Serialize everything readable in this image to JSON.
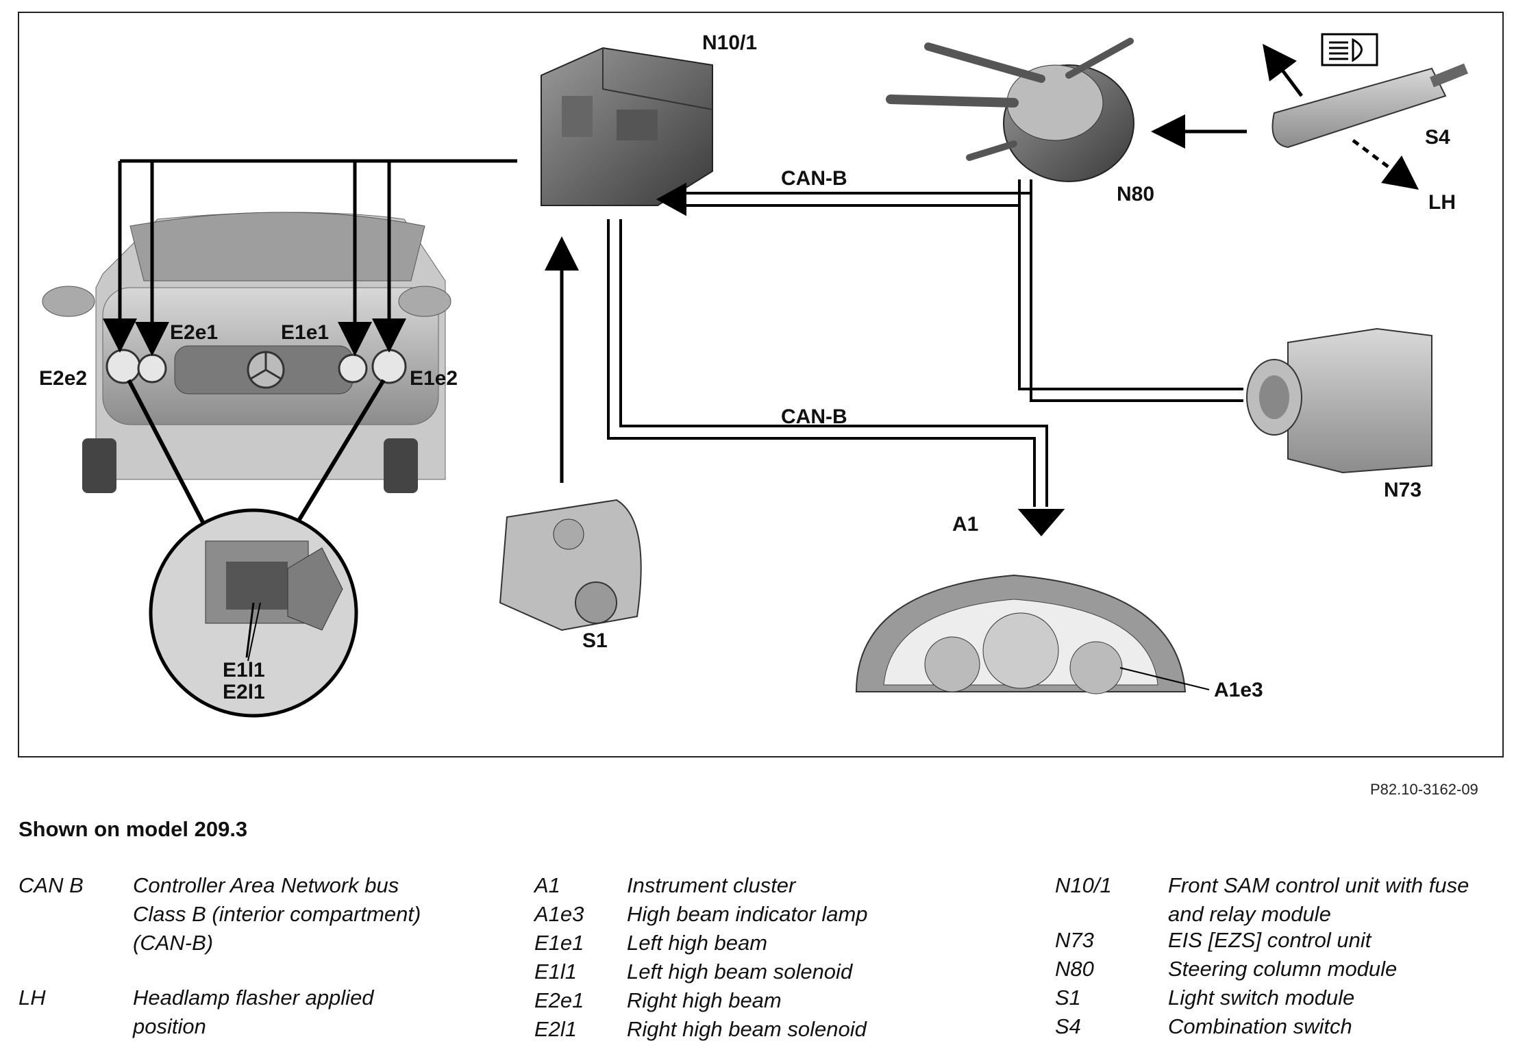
{
  "labels": {
    "n10_1": "N10/1",
    "n80": "N80",
    "s4": "S4",
    "lh": "LH",
    "can_b_top": "CAN-B",
    "can_b_bottom": "CAN-B",
    "e2e1": "E2e1",
    "e1e1": "E1e1",
    "e2e2": "E2e2",
    "e1e2": "E1e2",
    "e1l1": "E1l1",
    "e2l1": "E2l1",
    "s1": "S1",
    "a1": "A1",
    "a1e3": "A1e3",
    "n73": "N73"
  },
  "reference": "P82.10-3162-09",
  "model_note": "Shown on model 209.3",
  "legend": {
    "col1": [
      {
        "code": "CAN B",
        "desc": [
          "Controller Area Network bus",
          "Class B (interior compartment)",
          "(CAN-B)"
        ]
      },
      {
        "code": "LH",
        "desc": [
          "Headlamp flasher applied",
          "position"
        ]
      }
    ],
    "col2": [
      {
        "code": "A1",
        "desc": "Instrument cluster"
      },
      {
        "code": "A1e3",
        "desc": "High beam indicator lamp"
      },
      {
        "code": "E1e1",
        "desc": "Left high beam"
      },
      {
        "code": "E1l1",
        "desc": "Left high beam solenoid"
      },
      {
        "code": "E2e1",
        "desc": "Right high beam"
      },
      {
        "code": "E2l1",
        "desc": "Right high beam solenoid"
      }
    ],
    "col3": [
      {
        "code": "N10/1",
        "desc": [
          "Front SAM control unit with fuse",
          "and relay module"
        ]
      },
      {
        "code": "N73",
        "desc": "EIS [EZS] control unit"
      },
      {
        "code": "N80",
        "desc": "Steering column module"
      },
      {
        "code": "S1",
        "desc": "Light switch module"
      },
      {
        "code": "S4",
        "desc": "Combination switch"
      }
    ]
  },
  "icons": [
    "car-front-view",
    "headlamp-detail-magnifier",
    "sam-control-unit",
    "steering-column-module",
    "combination-switch",
    "high-beam-symbol",
    "light-switch-module",
    "instrument-cluster",
    "eis-control-unit"
  ]
}
